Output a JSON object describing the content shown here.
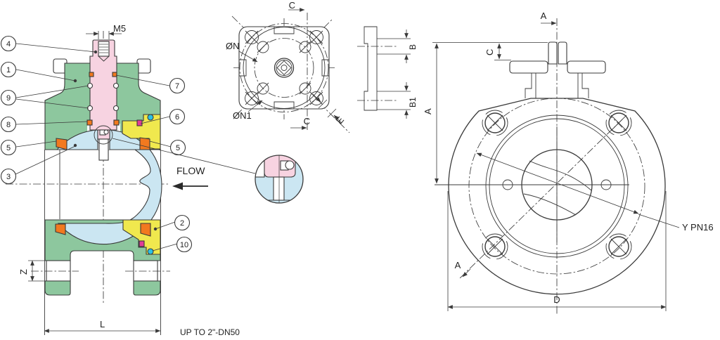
{
  "labels": {
    "m5": "M5",
    "flow": "FLOW",
    "dim_z": "Z",
    "dim_l": "L",
    "size_note": "UP TO 2\"-DN50",
    "dia_n": "ØN",
    "dia_n1": "ØN1",
    "section_c": "C",
    "dim_e": "E",
    "dim_b": "B",
    "dim_b1": "B1",
    "section_a": "A",
    "dim_a": "A",
    "dim_c": "C",
    "dim_d": "D",
    "bolt_circle_label": "Y PN16"
  },
  "callouts": {
    "body": "1",
    "seat_retainer": "2",
    "ball": "3",
    "stem": "4",
    "seat_seal_left": "5",
    "seat_seal_right": "5",
    "retainer_seal": "6",
    "stem_seal_upper": "7",
    "stem_seal_lower": "8",
    "stem_orings": "9",
    "retainer_oring": "10"
  },
  "colors": {
    "body_green": "#8dc79e",
    "stem_pink": "#f7d3e1",
    "seat_yellow": "#f0e84e",
    "ball_blue": "#cbe6f2",
    "seal_orange": "#f2791f",
    "seal_magenta": "#e23b97",
    "seal_cyan": "#2bc0e4",
    "line": "#3a3a3a"
  }
}
